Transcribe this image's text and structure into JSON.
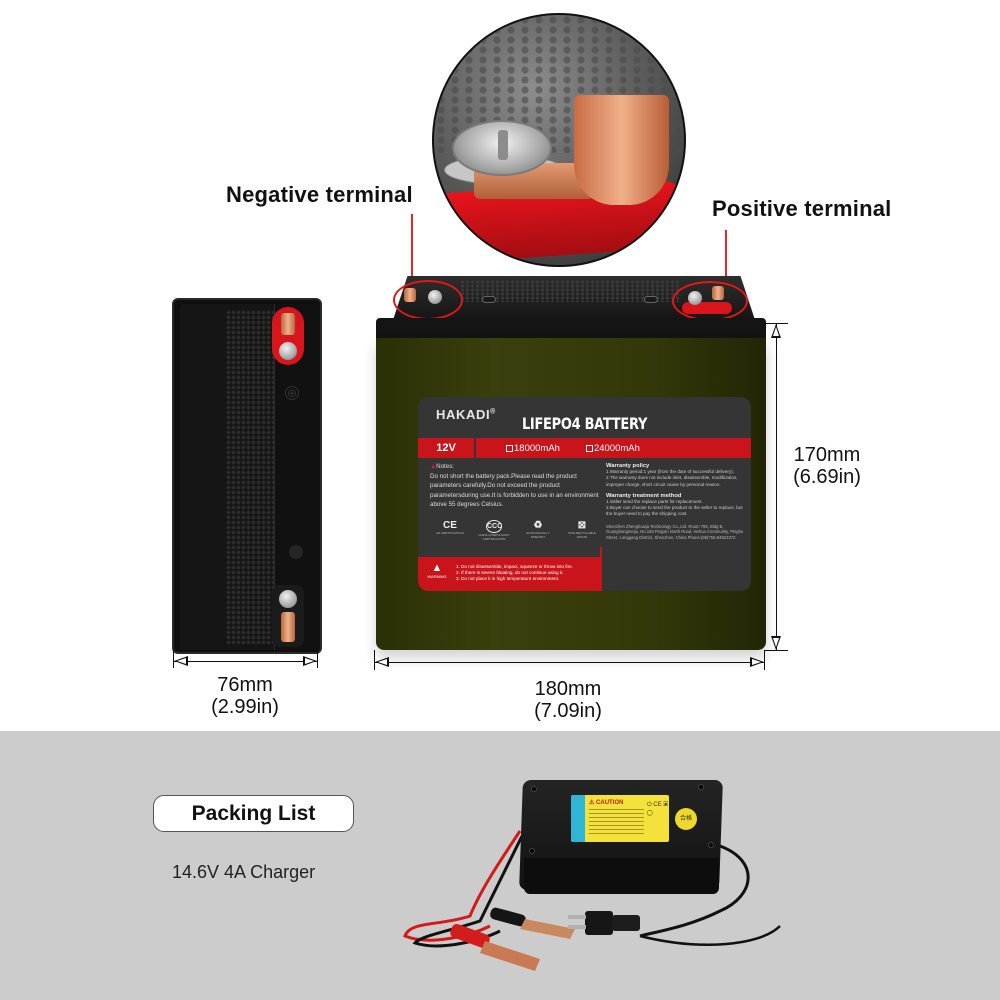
{
  "callouts": {
    "negative_terminal": "Negative terminal",
    "positive_terminal": "Positive terminal"
  },
  "battery_label": {
    "brand": "HAKADI",
    "brand_mark": "®",
    "title": "LIFEPO4 BATTERY",
    "voltage": "12V",
    "capacity_options": [
      {
        "label": "18000mAh",
        "checked": false
      },
      {
        "label": "24000mAh",
        "checked": false
      }
    ],
    "notes_heading": "Notes:",
    "notes_text": "Do not short the battery pack.Please read the product parameters carefully.Do not exceed the product parametersduring use.It is forbidden to use in an environment above 55 degrees Celsius.",
    "warranty_policy_heading": "Warranty policy",
    "warranty_policy_items": [
      "1.Warranty period:1 year (from the date of successful delivery).",
      "2.The warranty does not include inlet, disassemble, modification, improper charge, short circuit cause by personal reason."
    ],
    "warranty_treatment_heading": "Warranty treatment method",
    "warranty_treatment_items": [
      "1.Seller send the replace parts for replacement.",
      "2.Buyer can choose to send the product to the seller to replace, but the buyer need to pay the shipping cost."
    ],
    "company_address": "Shenzhen Zhenghuaija Technology Co.,Ltd. Room 706, Bldg B, Guanghongmeiju, No.163 Pingxin North Road, Hehua Community, Pinghu Street, Longgang District, Shenzhen, China Phone:(86)755-84823372",
    "certifications": [
      {
        "glyph": "CE",
        "caption": "CE CERTIFICATION"
      },
      {
        "glyph": "CCC",
        "caption": "CHINA COMPULSORY CERTIFICATION"
      },
      {
        "glyph": "♻",
        "caption": "ECOLOGICALLY FRIENDLY"
      },
      {
        "glyph": "⊠",
        "caption": "NON-RECYCLABLE WASTE"
      }
    ],
    "warning_label": "WARNING",
    "warning_items": [
      "1. Do not disassemble, impact, squeeze or throw into fire.",
      "2. If there is severe bloating, do not continue using it.",
      "3. Do not place it in high temperature environment."
    ]
  },
  "dimensions": {
    "width_mm": "76mm",
    "width_in": "(2.99in)",
    "length_mm": "180mm",
    "length_in": "(7.09in)",
    "height_mm": "170mm",
    "height_in": "(6.69in)"
  },
  "side_view": {
    "plus_symbol": "⊕"
  },
  "packing_list": {
    "heading": "Packing List",
    "items": [
      "14.6V 4A Charger"
    ]
  },
  "charger": {
    "caution_text": "⚠ CAUTION",
    "badge_text": "合格",
    "icons_text": "⏻ CE ▣ ◯"
  },
  "colors": {
    "accent_red": "#c8141a",
    "callout_red": "#e12a2a",
    "battery_body": "#363a0a",
    "label_bg": "#353535",
    "bottom_panel_bg": "#cccccc"
  }
}
